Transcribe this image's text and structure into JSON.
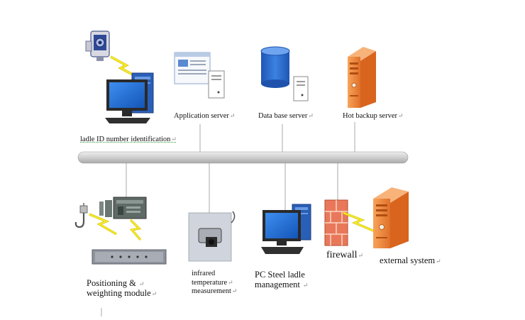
{
  "labels": {
    "ladle_id": "ladle ID number identification",
    "application_server": "Application server",
    "database_server": "Data base server",
    "hot_backup_server": "Hot backup server",
    "positioning_line1": "Positioning &",
    "positioning_line2": "weighting module",
    "infrared_line1": "infrared",
    "infrared_line2": "temperature",
    "infrared_line3": "measurement",
    "pc_line1": "PC Steel ladle",
    "pc_line2": "management",
    "firewall": "firewall",
    "external_system": "external system"
  },
  "return_mark": "↵",
  "colors": {
    "bus": "#d2d2d2",
    "monitor": "#1a6fd6",
    "db_cylinder": "#2d6fd0",
    "server_orange": "#f08a3a",
    "firewall": "#e86c4c",
    "lightning": "#f2e81a",
    "line": "#9a9a9a"
  }
}
